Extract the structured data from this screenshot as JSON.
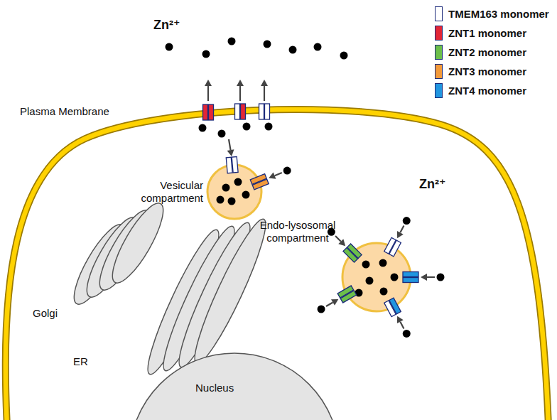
{
  "diagram": {
    "nodes": [
      {
        "text": [
          "Vesicular compartment"
        ]
      },
      {
        "text": [
          "Endo-lysosomal compartment"
        ]
      },
      {
        "text": [
          "Nucleus"
        ]
      }
    ],
    "labels": [
      "Zn²⁺",
      "Plasma Membrane",
      "Zn²⁺",
      "Golgi",
      "ER"
    ],
    "legend": [
      {
        "text": "TMEM163 monomer",
        "color": "#ffffff"
      },
      {
        "text": "ZNT1 monomer",
        "color": "#e32636"
      },
      {
        "text": "ZNT2 monomer",
        "color": "#6cbf4a"
      },
      {
        "text": "ZNT3 monomer",
        "color": "#f39a3a"
      },
      {
        "text": "ZNT4 monomer",
        "color": "#2196e0"
      }
    ]
  }
}
